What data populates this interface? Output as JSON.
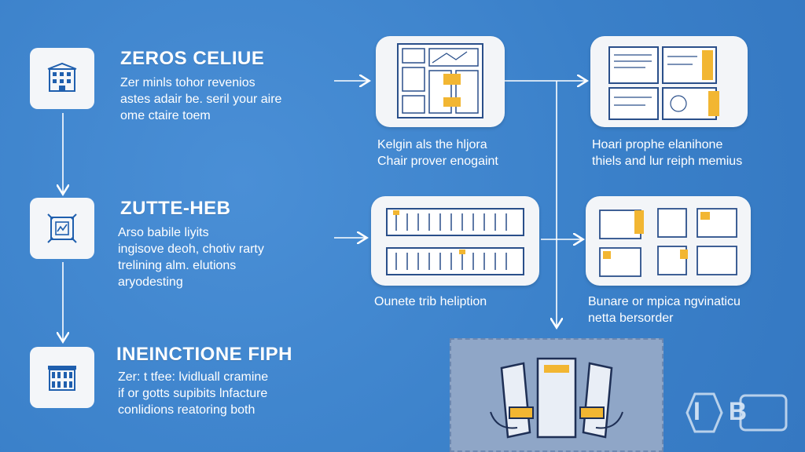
{
  "steps": [
    {
      "title": "ZEROS CELIUE",
      "lines": [
        "Zer minls tohor revenios",
        "astes adair be.  seril your aire",
        "ome ctaire toem"
      ]
    },
    {
      "title": "ZUTTE-HEB",
      "lines": [
        "Arso babile liyits",
        "ingisove deoh, chotiv rarty",
        "trelining alm. elutions",
        "aryodesting"
      ]
    },
    {
      "title": "INEINCTIONE FIPH",
      "lines": [
        "Zer: t tfee: lvidluall cramine",
        "if or gotts supibits lnfacture",
        "conlidions reatoring both"
      ]
    }
  ],
  "cards": [
    {
      "caption": [
        "Kelgin als the hljora",
        "Chair prover enogaint"
      ]
    },
    {
      "caption": [
        "Hoari prophe elanihone",
        "thiels and lur reiph memius"
      ]
    },
    {
      "caption": [
        "Ounete trib heliption"
      ]
    },
    {
      "caption": [
        "Bunare or mpica ngvinaticu",
        "netta bersorder"
      ]
    }
  ],
  "logo": {
    "text": "IB"
  },
  "colors": {
    "background": "#3f86cf",
    "card": "#f3f5f8",
    "icon_blue": "#1f5fae",
    "accent": "#f2b632",
    "arrow": "#ffffff"
  }
}
